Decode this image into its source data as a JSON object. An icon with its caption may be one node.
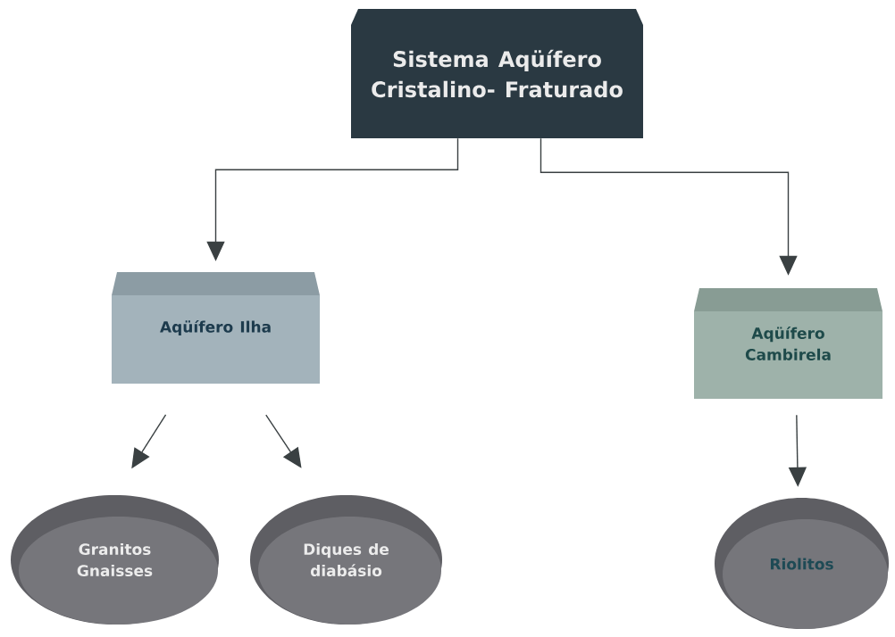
{
  "diagram": {
    "nodes": [
      {
        "text": [
          "Sistema Aqüífero Cristalino- Fraturado"
        ]
      },
      {
        "text": [
          "Aqüífero Ilha"
        ]
      },
      {
        "text": [
          "Aqüífero Cambirela"
        ]
      },
      {
        "text": [
          "Granitos Gnaisses"
        ]
      },
      {
        "text": [
          "Diques de diabásio"
        ]
      },
      {
        "text": [
          "Riolitos"
        ]
      }
    ],
    "edges": [
      {
        "from": 0,
        "to": 1,
        "arrow": "to"
      },
      {
        "from": 0,
        "to": 2,
        "arrow": "to"
      },
      {
        "from": 1,
        "to": 3,
        "arrow": "to"
      },
      {
        "from": 1,
        "to": 4,
        "arrow": "to"
      },
      {
        "from": 2,
        "to": 5,
        "arrow": "to"
      }
    ]
  }
}
